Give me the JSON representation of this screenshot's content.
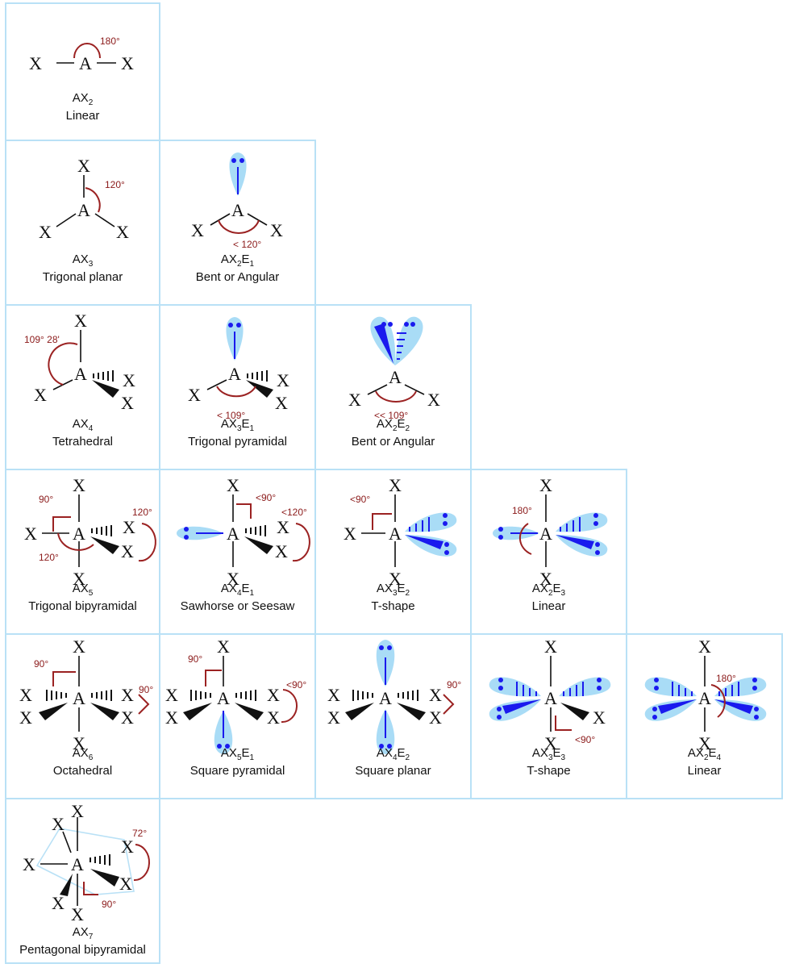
{
  "cells": [
    {
      "id": "ax2",
      "formula": {
        "base": "AX",
        "sub": "2",
        "e": "",
        "esub": ""
      },
      "shape": "Linear",
      "angle": "180°"
    },
    {
      "id": "ax3",
      "formula": {
        "base": "AX",
        "sub": "3",
        "e": "",
        "esub": ""
      },
      "shape": "Trigonal planar",
      "angle": "120°"
    },
    {
      "id": "ax2e1",
      "formula": {
        "base": "AX",
        "sub": "2",
        "e": "E",
        "esub": "1"
      },
      "shape": "Bent or Angular",
      "angle": "< 120°"
    },
    {
      "id": "ax4",
      "formula": {
        "base": "AX",
        "sub": "4",
        "e": "",
        "esub": ""
      },
      "shape": "Tetrahedral",
      "angle": "109° 28'"
    },
    {
      "id": "ax3e1",
      "formula": {
        "base": "AX",
        "sub": "3",
        "e": "E",
        "esub": "1"
      },
      "shape": "Trigonal pyramidal",
      "angle": "< 109°"
    },
    {
      "id": "ax2e2",
      "formula": {
        "base": "AX",
        "sub": "2",
        "e": "E",
        "esub": "2"
      },
      "shape": "Bent or Angular",
      "angle": "<< 109°"
    },
    {
      "id": "ax5",
      "formula": {
        "base": "AX",
        "sub": "5",
        "e": "",
        "esub": ""
      },
      "shape": "Trigonal bipyramidal",
      "angle": "90°",
      "angle2": "120°",
      "angle3": "120°"
    },
    {
      "id": "ax4e1",
      "formula": {
        "base": "AX",
        "sub": "4",
        "e": "E",
        "esub": "1"
      },
      "shape": "Sawhorse or Seesaw",
      "angle": "<90°",
      "angle2": "<120°"
    },
    {
      "id": "ax3e2",
      "formula": {
        "base": "AX",
        "sub": "3",
        "e": "E",
        "esub": "2"
      },
      "shape": "T-shape",
      "angle": "<90°"
    },
    {
      "id": "ax2e3",
      "formula": {
        "base": "AX",
        "sub": "2",
        "e": "E",
        "esub": "3"
      },
      "shape": "Linear",
      "angle": "180°"
    },
    {
      "id": "ax6",
      "formula": {
        "base": "AX",
        "sub": "6",
        "e": "",
        "esub": ""
      },
      "shape": "Octahedral",
      "angle": "90°",
      "angle2": "90°"
    },
    {
      "id": "ax5e1",
      "formula": {
        "base": "AX",
        "sub": "5",
        "e": "E",
        "esub": "1"
      },
      "shape": "Square pyramidal",
      "angle": "90°",
      "angle2": "<90°"
    },
    {
      "id": "ax4e2",
      "formula": {
        "base": "AX",
        "sub": "4",
        "e": "E",
        "esub": "2"
      },
      "shape": "Square planar",
      "angle": "90°"
    },
    {
      "id": "ax3e3",
      "formula": {
        "base": "AX",
        "sub": "3",
        "e": "E",
        "esub": "3"
      },
      "shape": "T-shape",
      "angle": "<90°"
    },
    {
      "id": "ax2e4",
      "formula": {
        "base": "AX",
        "sub": "2",
        "e": "E",
        "esub": "4"
      },
      "shape": "Linear",
      "angle": "180°"
    },
    {
      "id": "ax7",
      "formula": {
        "base": "AX",
        "sub": "7",
        "e": "",
        "esub": ""
      },
      "shape": "Pentagonal bipyramidal",
      "angle": "72°",
      "angle2": "90°"
    }
  ],
  "atoms": {
    "central": "A",
    "ligand": "X"
  },
  "colors": {
    "border": "#b9e1f6",
    "lobe": "#a9dcf6",
    "electron": "#1a1aee",
    "angle": "#9b2222"
  }
}
